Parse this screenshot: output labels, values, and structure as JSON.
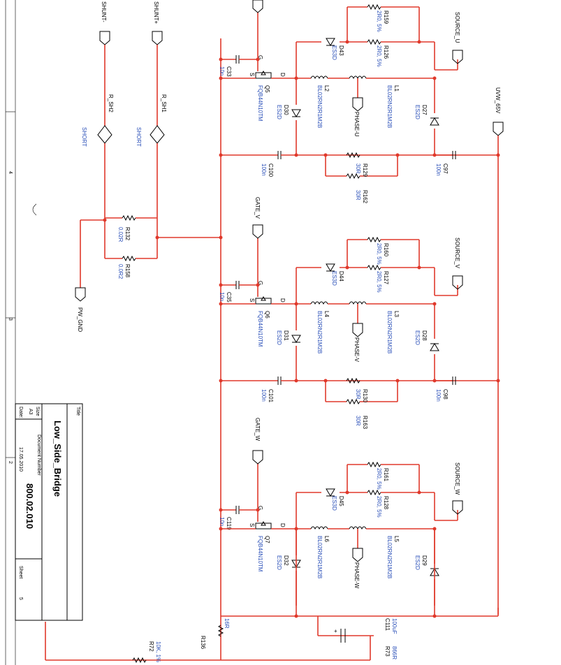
{
  "title_block": {
    "title_label": "Title",
    "title": "Low_Side_Bridge",
    "size_label": "Size",
    "size": "A3",
    "docnum_label": "Document Number",
    "docnum": "800.02.010",
    "date_label": "Date:",
    "date": "17.05.2010",
    "sheet_label": "Sheet",
    "sheet": "5"
  },
  "ports": {
    "shunt_minus": "SHUNT-",
    "shunt_plus": "SHUNT+",
    "pw_gnd": "PW_GND",
    "uvw_65v": "UVW_65V",
    "source_u": "SOURCE_U",
    "source_v": "SOURCE_V",
    "source_w": "SOURCE_W",
    "gate_v": "GATE_V",
    "gate_w": "GATE_W",
    "phase_u": "PHASE-U",
    "phase_v": "PHASE-V",
    "phase_w": "PHASE-W"
  },
  "shunts": {
    "r_sh1": "R_SH1",
    "r_sh2": "R_SH2",
    "short1": "SHORT",
    "short2": "SHORT",
    "r132_ref": "R132",
    "r132_val": "0.02R",
    "r158_ref": "R158",
    "r158_val": "0.0R2"
  },
  "channels": [
    {
      "cap_gate_ref": "C33",
      "cap_gate_val": "10n",
      "q_ref": "Q5",
      "q_val": "FQB44N10TM",
      "pin_g": "G",
      "pin_s": "S",
      "pin_d": "D",
      "dz_ref": "D43",
      "dz_val": "ES3D",
      "rtop_ref": "R159",
      "rtop_val": "2R0, 5%",
      "rmid_ref": "R126",
      "rmid_val": "2R0, 5%",
      "l2_ref": "L2",
      "l2_val": "BL02RN2R1M2B",
      "l1_ref": "L1",
      "l1_val": "BL02RN2R1M2B",
      "dlo_ref": "D30",
      "dlo_val": "ES2D",
      "dhi_ref": "D27",
      "dhi_val": "ES2D",
      "cbot_ref": "C100",
      "cbot_val": "100n",
      "rbot_ref": "R129",
      "rbot_val": "30R",
      "rbot2_ref": "R162",
      "rbot2_val": "30R",
      "cright_ref": "C97",
      "cright_val": "100n"
    },
    {
      "cap_gate_ref": "C35",
      "cap_gate_val": "10n",
      "q_ref": "Q6",
      "q_val": "FQB44N10TM",
      "pin_g": "G",
      "pin_s": "S",
      "pin_d": "D",
      "dz_ref": "D44",
      "dz_val": "ES3D",
      "rtop_ref": "R160",
      "rtop_val": "2R0, 5%",
      "rmid_ref": "R127",
      "rmid_val": "2R0, 5%",
      "l2_ref": "L4",
      "l2_val": "BL02RN2R1M2B",
      "l1_ref": "L3",
      "l1_val": "BL02RN2R1M2B",
      "dlo_ref": "D31",
      "dlo_val": "ES2D",
      "dhi_ref": "D28",
      "dhi_val": "ES2D",
      "cbot_ref": "C101",
      "cbot_val": "100n",
      "rbot_ref": "R130",
      "rbot_val": "30R",
      "rbot2_ref": "R163",
      "rbot2_val": "30R",
      "cright_ref": "C98",
      "cright_val": "100n"
    },
    {
      "cap_gate_ref": "C119",
      "cap_gate_val": "10n",
      "q_ref": "Q7",
      "q_val": "FQB44N10TM",
      "pin_g": "G",
      "pin_s": "S",
      "pin_d": "D",
      "dz_ref": "D45",
      "dz_val": "ES3D",
      "rtop_ref": "R161",
      "rtop_val": "2R0, 5%",
      "rmid_ref": "R128",
      "rmid_val": "2R0, 5%",
      "l2_ref": "L6",
      "l2_val": "BL02RN2R1M2B",
      "l1_ref": "L5",
      "l1_val": "BL02RN2R1M2B",
      "dlo_ref": "D32",
      "dlo_val": "ES2D",
      "dhi_ref": "D29",
      "dhi_val": "ES2D",
      "cbot_ref": "",
      "cbot_val": "",
      "rbot_ref": "",
      "rbot_val": "",
      "rbot2_ref": "",
      "rbot2_val": "",
      "cright_ref": "",
      "cright_val": ""
    }
  ],
  "bottom": {
    "r72_ref": "R72",
    "r72_val": "10K, 1%",
    "r136_ref": "R136",
    "r136_val": "16R",
    "c111_ref": "C111",
    "c111_val": "100uF",
    "r73_ref": "R73",
    "r73_val": "866R"
  },
  "border_marks": [
    "4",
    "3",
    "2"
  ],
  "colors": {
    "wire": "#e0392b",
    "label": "#2a4fb8",
    "ink": "#000000"
  }
}
